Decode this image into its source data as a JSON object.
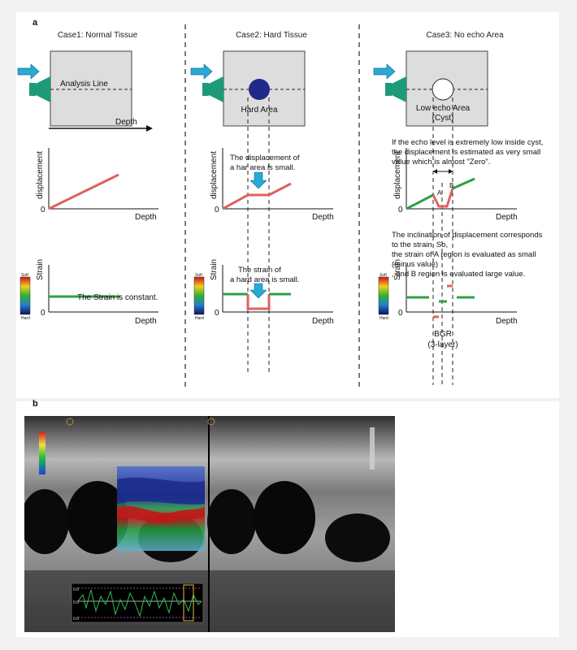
{
  "panel_a": {
    "label": "a",
    "case1": {
      "title": "Case1: Normal Tissue",
      "analysis_line": "Analysis Line",
      "depth": "Depth",
      "displacement_ylabel": "displacement",
      "origin": "0",
      "strain_ylabel": "Strain",
      "strain_note": "The Strain is constant."
    },
    "case2": {
      "title": "Case2: Hard Tissue",
      "hard_area": "Hard Area",
      "displacement_note_1": "The displacement of",
      "displacement_note_2": "a har area is small.",
      "strain_note_1": "The strain of",
      "strain_note_2": "a hard area is small.",
      "depth": "Depth",
      "displacement_ylabel": "displacement",
      "strain_ylabel": "Strain",
      "origin": "0"
    },
    "case3": {
      "title": "Case3: No echo Area",
      "low_echo_1": "Low echo Area",
      "low_echo_2": "(Cyst)",
      "cyst_note_1": "If the echo level is extremely low inside cyst,",
      "cyst_note_2": "the displacement is estimated as very small",
      "cyst_note_3": "value which is almost \"Zero\".",
      "marker_a": "A",
      "marker_b": "B",
      "inclination_1": "The inclination of displacement corresponds",
      "inclination_2": "to the strain. So,",
      "inclination_3": "the strain of A region is evaluated as small",
      "inclination_4": "(minus value)",
      "inclination_5": ", and B region is evaluated large value.",
      "bgr_1": "BGR",
      "bgr_2": "(3-layer)",
      "depth": "Depth",
      "displacement_ylabel": "displacement",
      "strain_ylabel": "Strain",
      "origin": "0"
    },
    "colorbar": {
      "soft": "Soft",
      "hard": "Hard"
    }
  },
  "panel_b": {
    "label": "b",
    "graph_ticks": [
      "0.6",
      "0.6",
      "0.6"
    ]
  },
  "colors": {
    "arrow_blue": "#29a9d6",
    "probe_green": "#1e9a78",
    "line_red": "#e06060",
    "line_green": "#2ea043",
    "hard_area_blue": "#1f2a8a",
    "tissue_gray": "#dddddd"
  }
}
